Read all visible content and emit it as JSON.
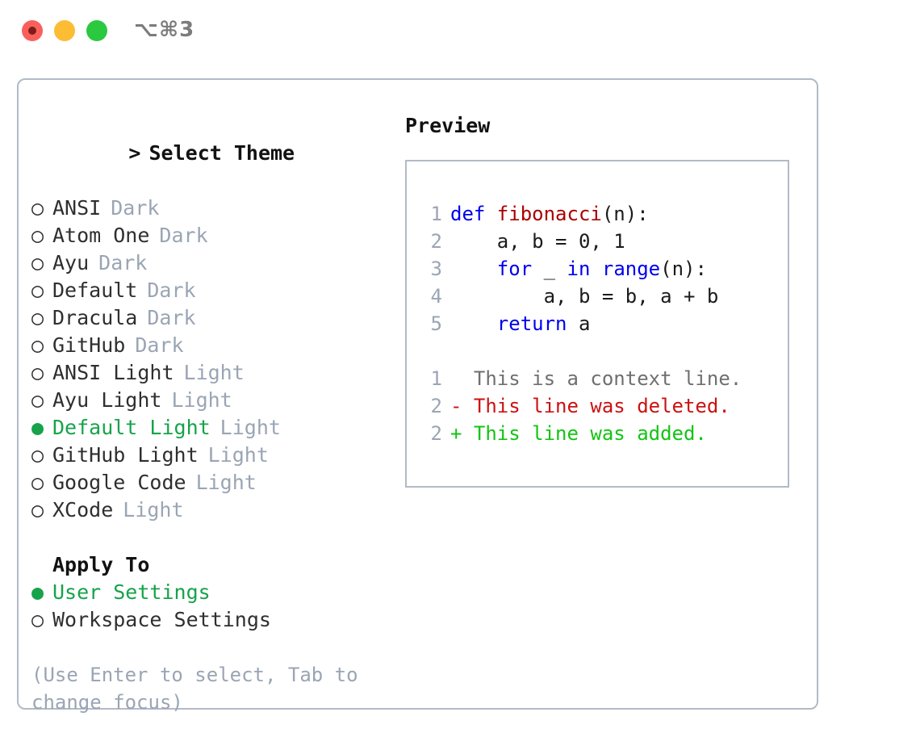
{
  "titlebar": {
    "shortcut": "⌥⌘3",
    "buttons": [
      {
        "name": "close",
        "color": "#f9605c"
      },
      {
        "name": "minimize",
        "color": "#fcbc33"
      },
      {
        "name": "maximize",
        "color": "#2ac940"
      }
    ]
  },
  "theme_picker": {
    "caret": ">",
    "title": "Select Theme",
    "marker_unselected": "○",
    "marker_selected": "●",
    "options": [
      {
        "label": "ANSI",
        "kind": "Dark",
        "selected": false
      },
      {
        "label": "Atom One",
        "kind": "Dark",
        "selected": false
      },
      {
        "label": "Ayu",
        "kind": "Dark",
        "selected": false
      },
      {
        "label": "Default",
        "kind": "Dark",
        "selected": false
      },
      {
        "label": "Dracula",
        "kind": "Dark",
        "selected": false
      },
      {
        "label": "GitHub",
        "kind": "Dark",
        "selected": false
      },
      {
        "label": "ANSI Light",
        "kind": "Light",
        "selected": false
      },
      {
        "label": "Ayu Light",
        "kind": "Light",
        "selected": false
      },
      {
        "label": "Default Light",
        "kind": "Light",
        "selected": true
      },
      {
        "label": "GitHub Light",
        "kind": "Light",
        "selected": false
      },
      {
        "label": "Google Code",
        "kind": "Light",
        "selected": false
      },
      {
        "label": "XCode",
        "kind": "Light",
        "selected": false
      }
    ]
  },
  "apply_to": {
    "title": "Apply To",
    "options": [
      {
        "label": "User Settings",
        "selected": true
      },
      {
        "label": "Workspace Settings",
        "selected": false
      }
    ]
  },
  "hint": "(Use Enter to select, Tab to change focus)",
  "preview": {
    "title": "Preview",
    "code_lines": [
      {
        "num": "1",
        "tokens": [
          {
            "t": "def ",
            "c": "kw"
          },
          {
            "t": "fibonacci",
            "c": "fn"
          },
          {
            "t": "(n):",
            "c": "plain"
          }
        ]
      },
      {
        "num": "2",
        "tokens": [
          {
            "t": "    a, b = 0, 1",
            "c": "plain"
          }
        ]
      },
      {
        "num": "3",
        "tokens": [
          {
            "t": "    ",
            "c": "plain"
          },
          {
            "t": "for",
            "c": "kw"
          },
          {
            "t": " _ ",
            "c": "plain"
          },
          {
            "t": "in",
            "c": "kw"
          },
          {
            "t": " ",
            "c": "plain"
          },
          {
            "t": "range",
            "c": "kw"
          },
          {
            "t": "(n):",
            "c": "plain"
          }
        ]
      },
      {
        "num": "4",
        "tokens": [
          {
            "t": "        a, b = b, a + b",
            "c": "plain"
          }
        ]
      },
      {
        "num": "5",
        "tokens": [
          {
            "t": "    ",
            "c": "plain"
          },
          {
            "t": "return",
            "c": "kw"
          },
          {
            "t": " a",
            "c": "plain"
          }
        ]
      }
    ],
    "diff_lines": [
      {
        "num": "1",
        "tokens": [
          {
            "t": "  This is a context line.",
            "c": "ctx"
          }
        ]
      },
      {
        "num": "2",
        "tokens": [
          {
            "t": "- This line was deleted.",
            "c": "del"
          }
        ]
      },
      {
        "num": "2",
        "tokens": [
          {
            "t": "+ This line was added.",
            "c": "add"
          }
        ]
      }
    ]
  },
  "colors": {
    "accent_green": "#16a34a",
    "muted": "#9aa5b4",
    "border": "#b2bac6",
    "keyword": "#0000ee",
    "function": "#aa0000",
    "diff_deleted": "#cc1111",
    "diff_added": "#13c413"
  }
}
